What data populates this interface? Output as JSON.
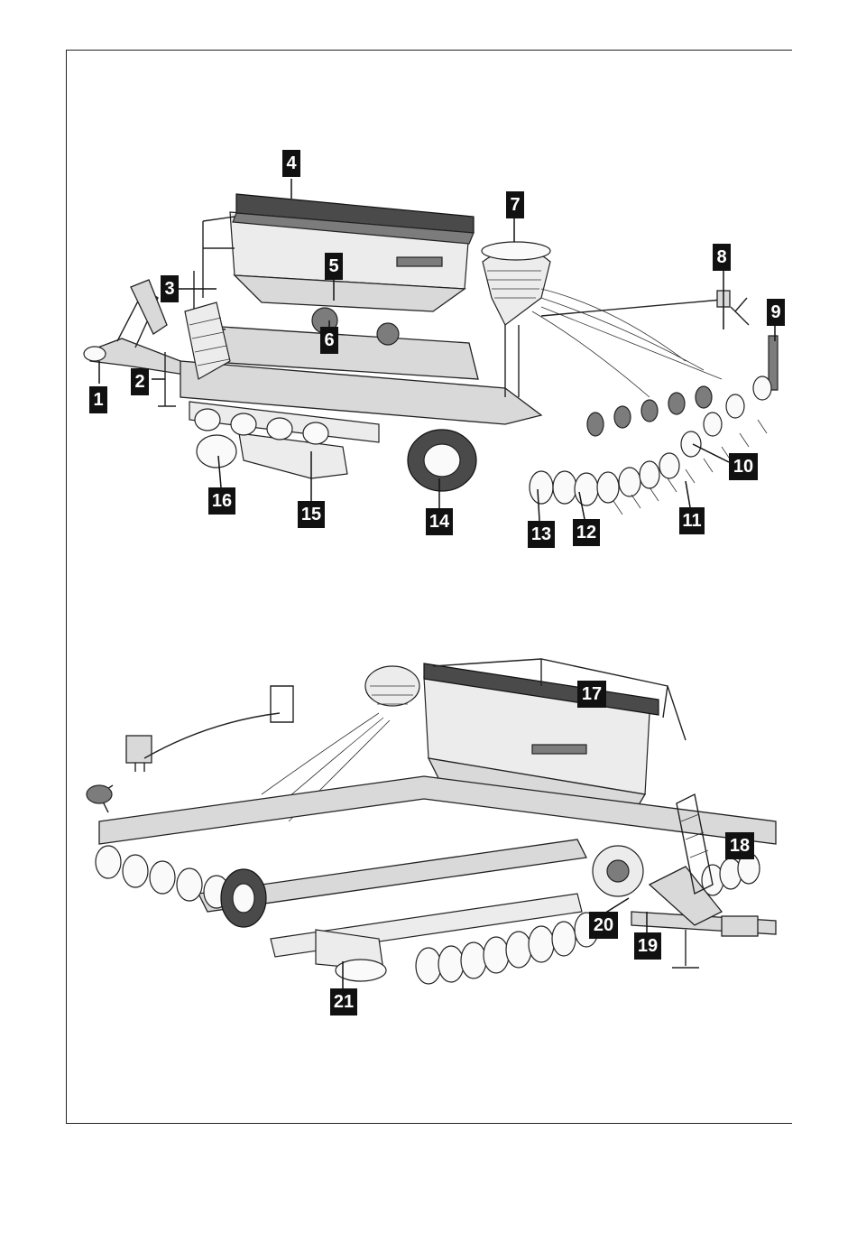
{
  "callouts_top": [
    "1",
    "2",
    "3",
    "4",
    "5",
    "6",
    "7",
    "8",
    "9",
    "10",
    "11",
    "12",
    "13",
    "14",
    "15",
    "16"
  ],
  "callouts_bottom": [
    "17",
    "18",
    "19",
    "20",
    "21"
  ],
  "colors": {
    "ink": "#111111",
    "callout_bg": "#111111",
    "callout_text": "#ffffff",
    "metal": "#d9d9d9"
  }
}
